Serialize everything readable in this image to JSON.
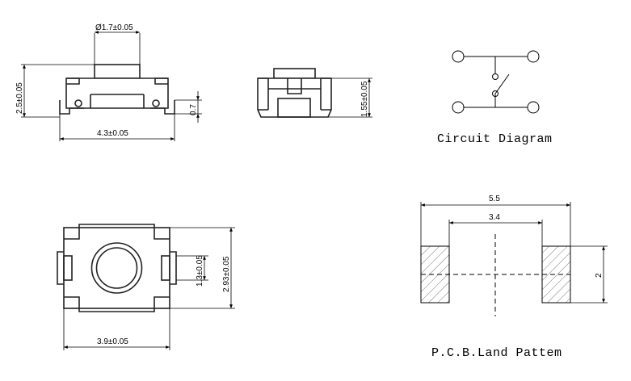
{
  "diagrams": {
    "side_view": {
      "dim_button_diameter": "Ø1.7±0.05",
      "dim_total_height": "2.5±0.05",
      "dim_terminal_height": "0.7",
      "dim_width": "4.3±0.05"
    },
    "end_view": {
      "dim_body_height": "1.55±0.05"
    },
    "top_view": {
      "dim_length": "3.9±0.05",
      "dim_terminal_width": "1.3±0.05",
      "dim_body_width": "2.93±0.05"
    },
    "circuit": {
      "caption": "Circuit Diagram"
    },
    "land_pattern": {
      "dim_outer": "5.5",
      "dim_inner": "3.4",
      "dim_pad_height": "2",
      "caption": "P.C.B.Land Pattem"
    }
  }
}
